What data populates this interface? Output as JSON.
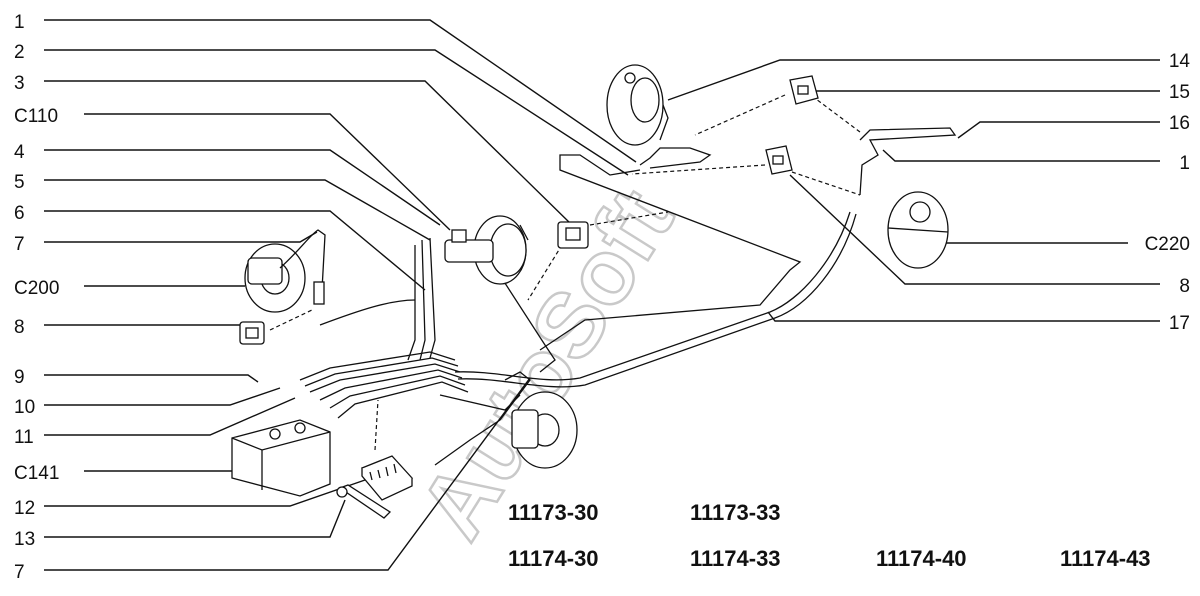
{
  "watermark": "AutoSoft",
  "callouts": {
    "left": [
      "1",
      "2",
      "3",
      "C110",
      "4",
      "5",
      "6",
      "7",
      "C200",
      "8",
      "9",
      "10",
      "11",
      "C141",
      "12",
      "13",
      "7"
    ],
    "right": [
      "14",
      "15",
      "16",
      "1",
      "C220",
      "8",
      "17"
    ]
  },
  "models": [
    "11173-30",
    "11173-33",
    "11174-30",
    "11174-33",
    "11174-40",
    "11174-43"
  ],
  "icons": {
    "front_left_brake": "disc-brake-caliper-icon",
    "rear_right_brake": "rear-drum-brake-icon",
    "abs_unit": "abs-hydraulic-unit-icon",
    "master_cylinder": "brake-master-cylinder-icon",
    "connector": "wiring-connector-icon"
  }
}
